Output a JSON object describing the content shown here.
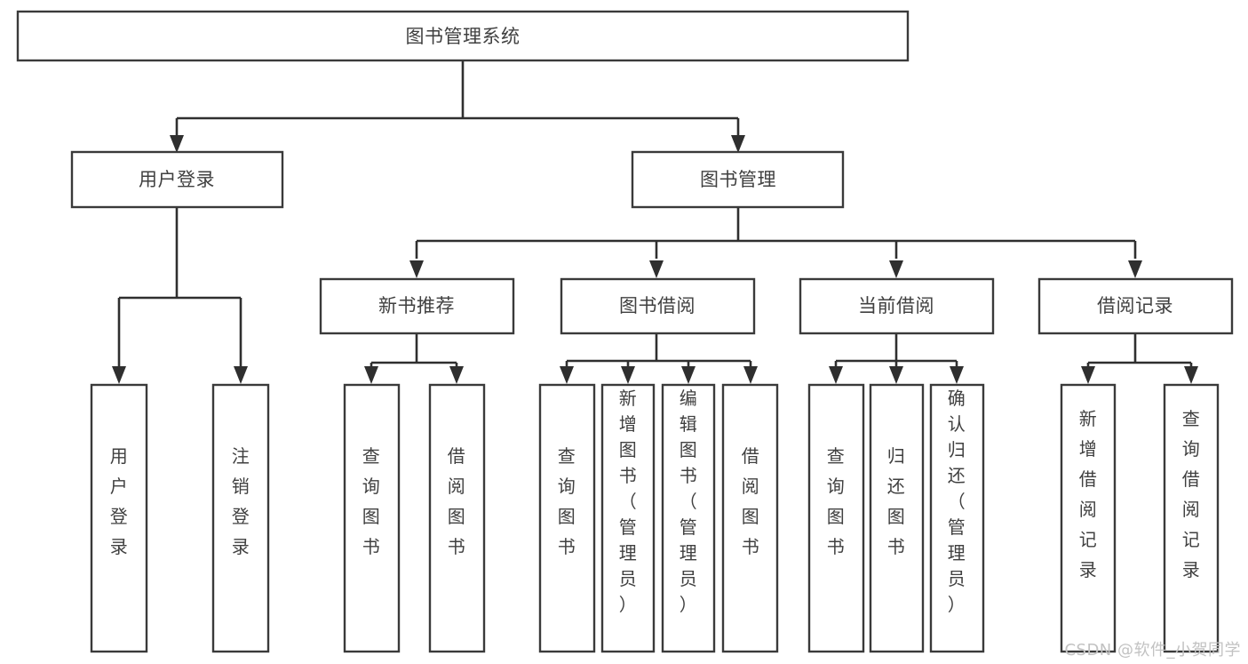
{
  "diagram": {
    "title": "图书管理系统",
    "type": "tree-hierarchy-diagram",
    "colors": {
      "background": "#ffffff",
      "box_border": "#3a3a3a",
      "box_fill": "#ffffff",
      "text": "#404040",
      "edge": "#2f2f2f",
      "watermark": "#c2c2c2"
    },
    "root": {
      "label": "图书管理系统"
    },
    "level2": [
      {
        "label": "用户登录"
      },
      {
        "label": "图书管理"
      }
    ],
    "level3": [
      {
        "label": "新书推荐"
      },
      {
        "label": "图书借阅"
      },
      {
        "label": "当前借阅"
      },
      {
        "label": "借阅记录"
      }
    ],
    "leaves": {
      "user_login": [
        {
          "label": "用户登录"
        },
        {
          "label": "注销登录"
        }
      ],
      "new_book_recommend": [
        {
          "label": "查询图书"
        },
        {
          "label": "借阅图书"
        }
      ],
      "book_borrow": [
        {
          "label": "查询图书"
        },
        {
          "label": "新增图书（管理员）"
        },
        {
          "label": "编辑图书（管理员）"
        },
        {
          "label": "借阅图书"
        }
      ],
      "current_borrow": [
        {
          "label": "查询图书"
        },
        {
          "label": "归还图书"
        },
        {
          "label": "确认归还（管理员）"
        }
      ],
      "borrow_record": [
        {
          "label": "新增借阅记录"
        },
        {
          "label": "查询借阅记录"
        }
      ]
    }
  },
  "watermark": {
    "text": "CSDN @软件_小贺同学"
  }
}
